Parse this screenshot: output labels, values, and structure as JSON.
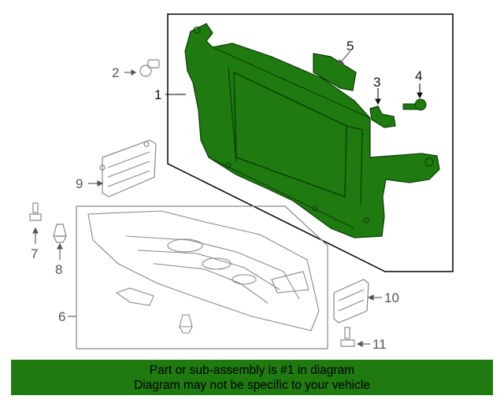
{
  "colors": {
    "highlight_fill": "#1f7a0f",
    "part_outline": "#888888",
    "box_outline": "#000000",
    "banner_bg": "#1f7a0f"
  },
  "callouts": {
    "c1": "1",
    "c2": "2",
    "c3": "3",
    "c4": "4",
    "c5": "5",
    "c6": "6",
    "c7": "7",
    "c8": "8",
    "c9": "9",
    "c10": "10",
    "c11": "11"
  },
  "banner": {
    "line1": "Part or sub-assembly is #1 in diagram",
    "line2": "Diagram may not be specific to your vehicle"
  }
}
